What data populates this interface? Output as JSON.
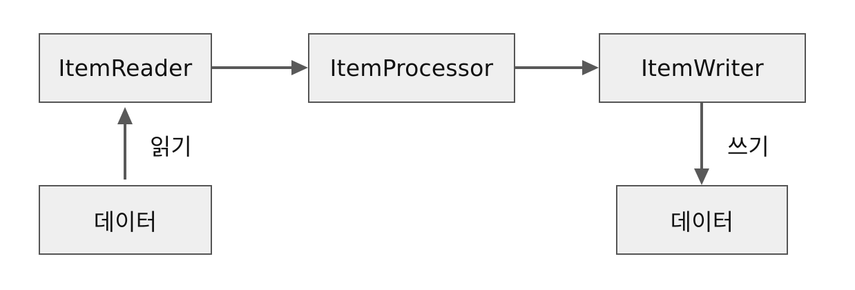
{
  "nodes": {
    "reader": {
      "label": "ItemReader"
    },
    "processor": {
      "label": "ItemProcessor"
    },
    "writer": {
      "label": "ItemWriter"
    },
    "source_data": {
      "label": "데이터"
    },
    "target_data": {
      "label": "데이터"
    }
  },
  "edges": {
    "read": {
      "label": "읽기"
    },
    "write": {
      "label": "쓰기"
    }
  },
  "colors": {
    "box_fill": "#efefef",
    "box_border": "#555555",
    "arrow": "#595959",
    "text": "#111111"
  }
}
